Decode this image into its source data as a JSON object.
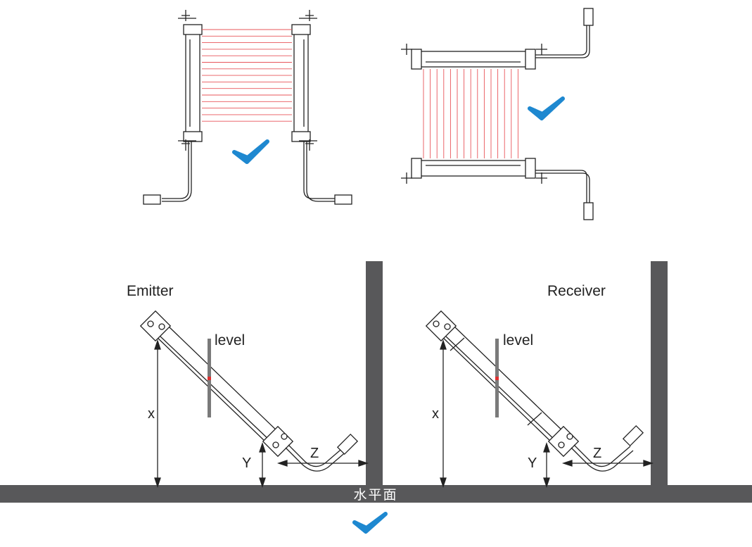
{
  "labels": {
    "emitter": "Emitter",
    "receiver": "Receiver",
    "level": "level",
    "x": "x",
    "y": "Y",
    "z": "Z",
    "ground": "水平面"
  },
  "colors": {
    "beam": "#e8555a",
    "check": "#1e88d0",
    "wall": "#58585a",
    "outline": "#222222",
    "level_mark": "#e03030"
  },
  "icons": [
    "check-icon",
    "connector-icon",
    "bracket-icon"
  ]
}
